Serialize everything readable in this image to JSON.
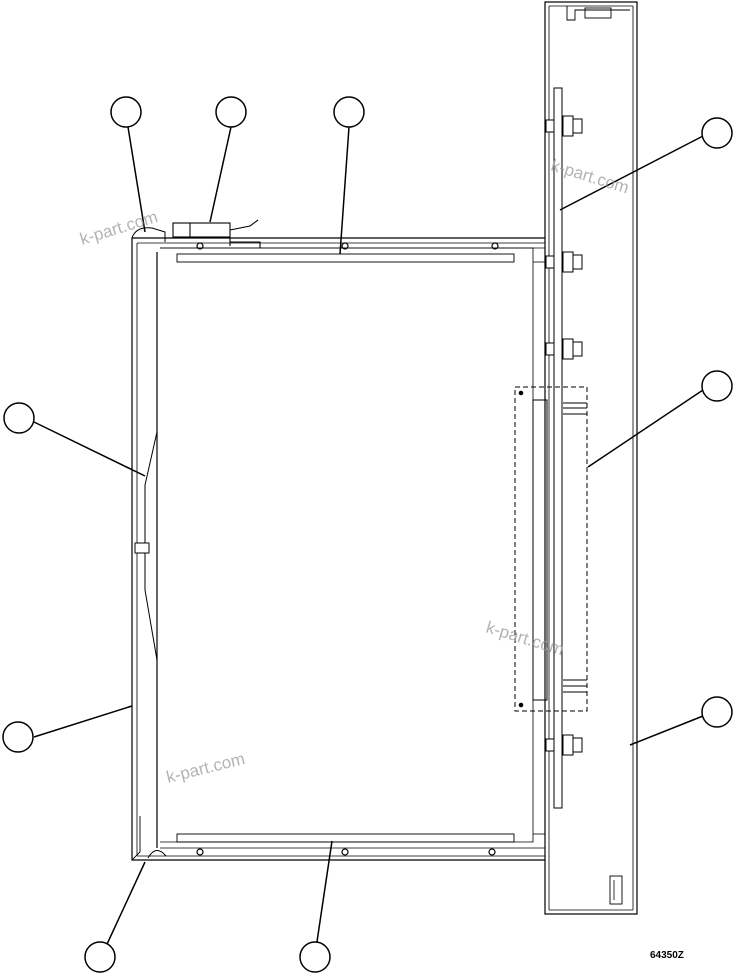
{
  "drawing": {
    "figure_number": "64350Z",
    "watermark": "k-part.com",
    "line_color": "#000000",
    "background_color": "#ffffff",
    "watermark_color": "#9a9a9a"
  },
  "callouts": [
    {
      "id": "callout-1",
      "label": ""
    },
    {
      "id": "callout-2",
      "label": ""
    },
    {
      "id": "callout-3",
      "label": ""
    },
    {
      "id": "callout-4",
      "label": ""
    },
    {
      "id": "callout-5",
      "label": ""
    },
    {
      "id": "callout-6",
      "label": ""
    },
    {
      "id": "callout-7",
      "label": ""
    },
    {
      "id": "callout-8",
      "label": ""
    },
    {
      "id": "callout-9",
      "label": ""
    },
    {
      "id": "callout-10",
      "label": ""
    }
  ]
}
